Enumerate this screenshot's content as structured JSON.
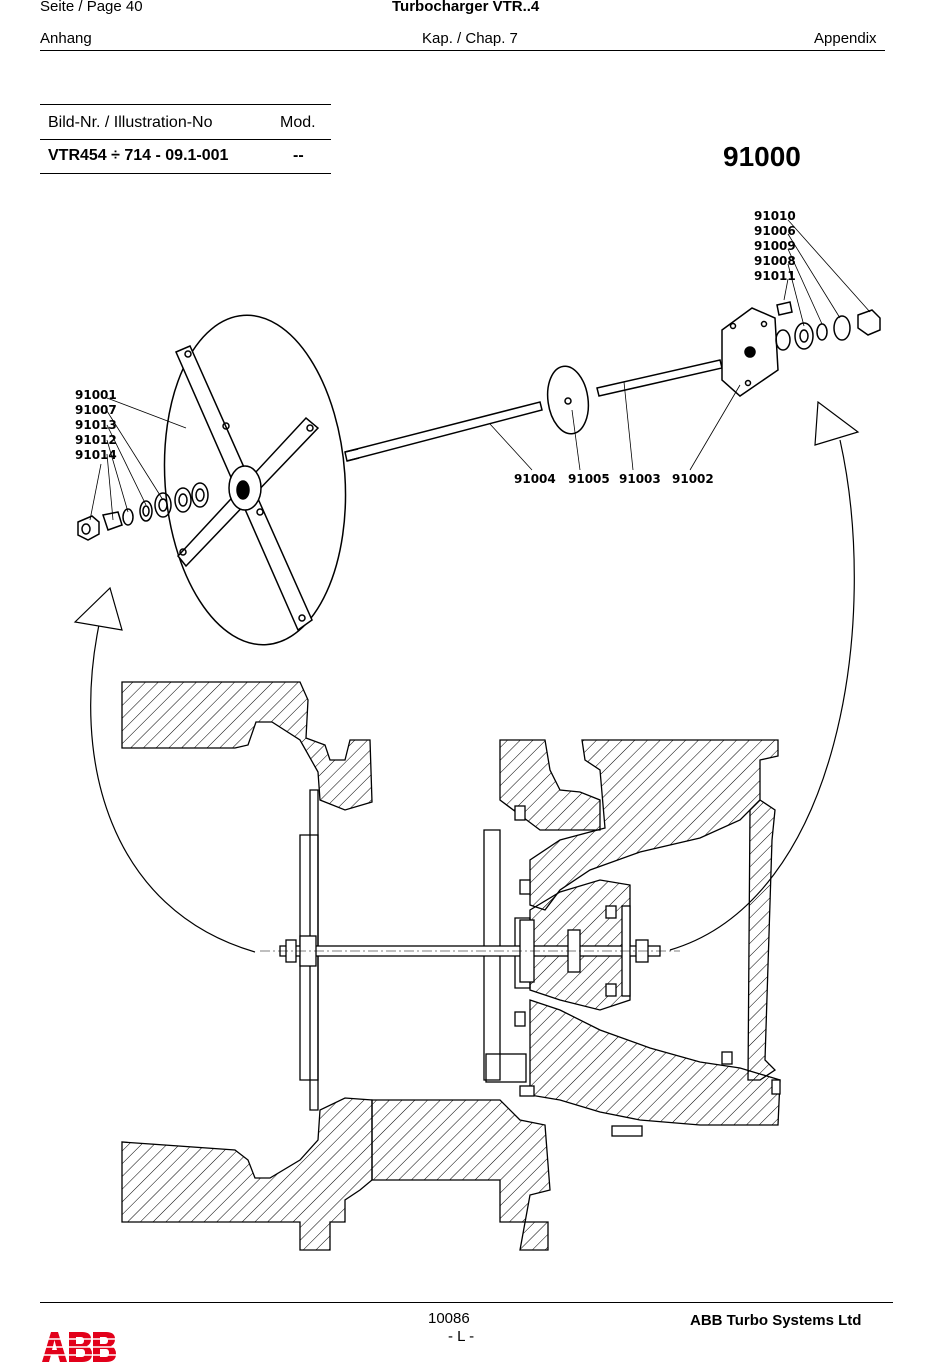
{
  "header": {
    "seite_page": "Seite / Page  40",
    "title": "Turbocharger VTR..4",
    "anhang": "Anhang",
    "chapter": "Kap. / Chap. 7",
    "appendix": "Appendix"
  },
  "table": {
    "col_illustration": "Bild-Nr. / Illustration-No",
    "col_mod": "Mod.",
    "illustration_no": "VTR454 ÷ 714 - 09.1-001",
    "mod": "--"
  },
  "group_number": "91000",
  "part_labels": {
    "left_stack": [
      "91001",
      "91007",
      "91013",
      "91012",
      "91014"
    ],
    "right_stack": [
      "91010",
      "91006",
      "91009",
      "91008",
      "91011"
    ],
    "bottom_row": [
      "91004",
      "91005",
      "91003",
      "91002"
    ]
  },
  "footer": {
    "doc_number": "10086",
    "page_letter": "- L -",
    "company": "ABB Turbo Systems Ltd",
    "logo_text": "ABB",
    "logo_color": "#e2001a"
  }
}
